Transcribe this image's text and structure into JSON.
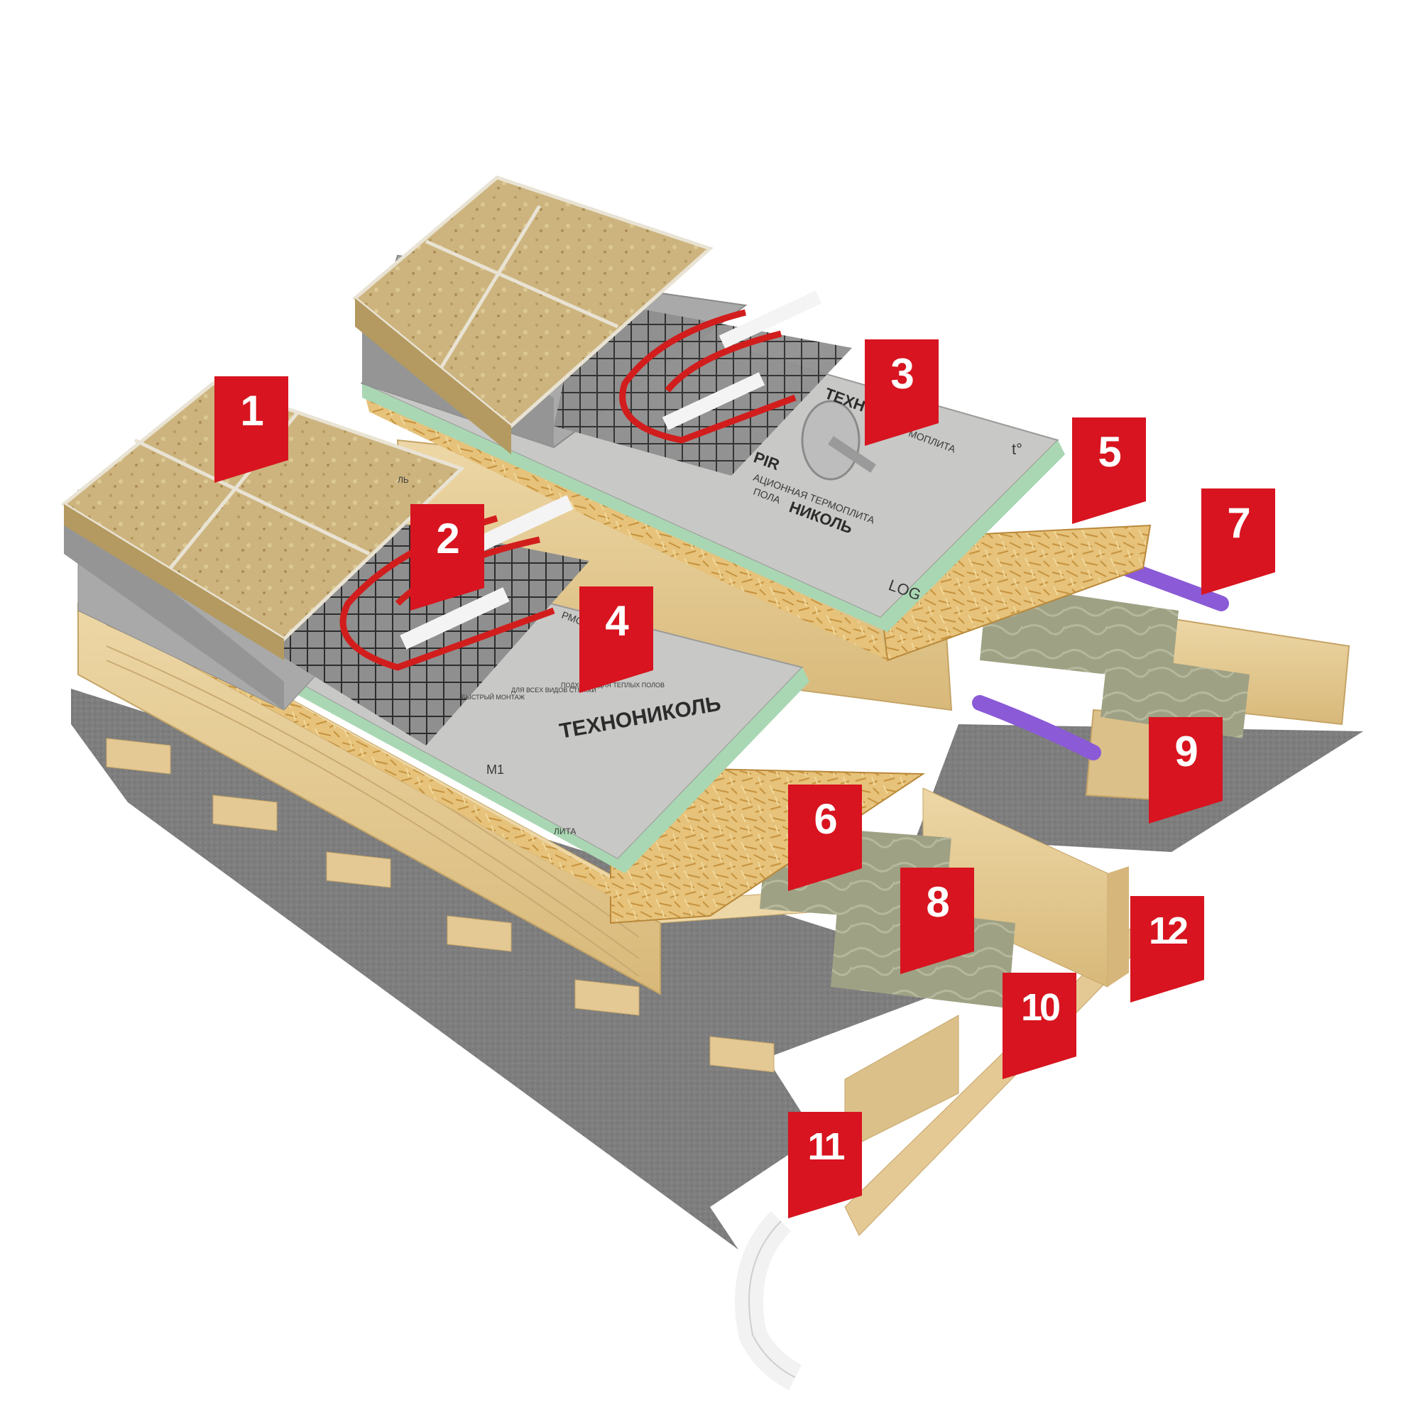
{
  "diagram": {
    "markers": [
      {
        "label": "1"
      },
      {
        "label": "2"
      },
      {
        "label": "3"
      },
      {
        "label": "4"
      },
      {
        "label": "5"
      },
      {
        "label": "6"
      },
      {
        "label": "7"
      },
      {
        "label": "8"
      },
      {
        "label": "9"
      },
      {
        "label": "10"
      },
      {
        "label": "11"
      },
      {
        "label": "12"
      }
    ],
    "board_texts": {
      "brand_front": "ТЕХНОНИКОЛЬ",
      "brand_back": "ТЕХНОНИ",
      "brand_back_mid": "НИКОЛЬ",
      "thermoplate_front": "РМОПЛИТА",
      "thermoplate_back": "Я ТЕРМОПЛИТА",
      "pir": "PIR",
      "insulating": "АЦИОННАЯ ТЕРМОПЛИТА",
      "floor": "ПОЛА",
      "icon_fast": "БЫСТРЫЙ МОНТАЖ",
      "icon_all": "ДЛЯ ВСЕХ ВИДОВ СТЯЖКИ",
      "icon_warm": "ПОДХОДИТ ДЛЯ ТЕПЛЫХ ПОЛОВ",
      "m1": "M1",
      "t_deg": "t°",
      "logic": "LOG",
      "board_edge_front": "ЛИТА",
      "board_edge_back": "ЛЬ"
    },
    "colors": {
      "marker_red": "#d7141f",
      "osb": "#e6c27a",
      "timber": "#e4c995",
      "pir_board": "#c8c8c6",
      "pir_foil_edge": "#a9d7b3",
      "tile": "#cdb47e",
      "screed": "#a9a9a9",
      "cable": "#d21d1d",
      "mineral_wool": "#9fa184",
      "membrane": "#7e7e7e",
      "vapor_tape": "#8b5ad6"
    }
  }
}
